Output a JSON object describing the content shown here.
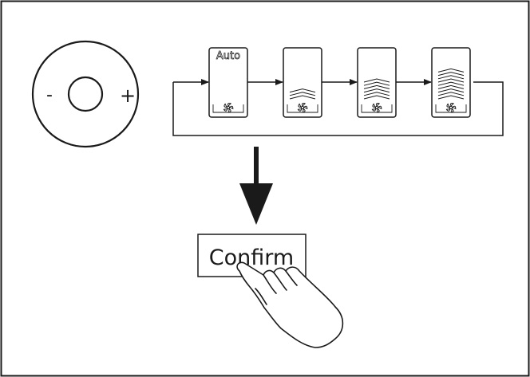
{
  "dial": {
    "minus_label": "-",
    "plus_label": "+"
  },
  "fan_modes": [
    {
      "label": "Auto",
      "level": 0
    },
    {
      "label": "",
      "level": 1
    },
    {
      "label": "",
      "level": 2
    },
    {
      "label": "",
      "level": 3
    }
  ],
  "confirm": {
    "label": "Confirm"
  }
}
